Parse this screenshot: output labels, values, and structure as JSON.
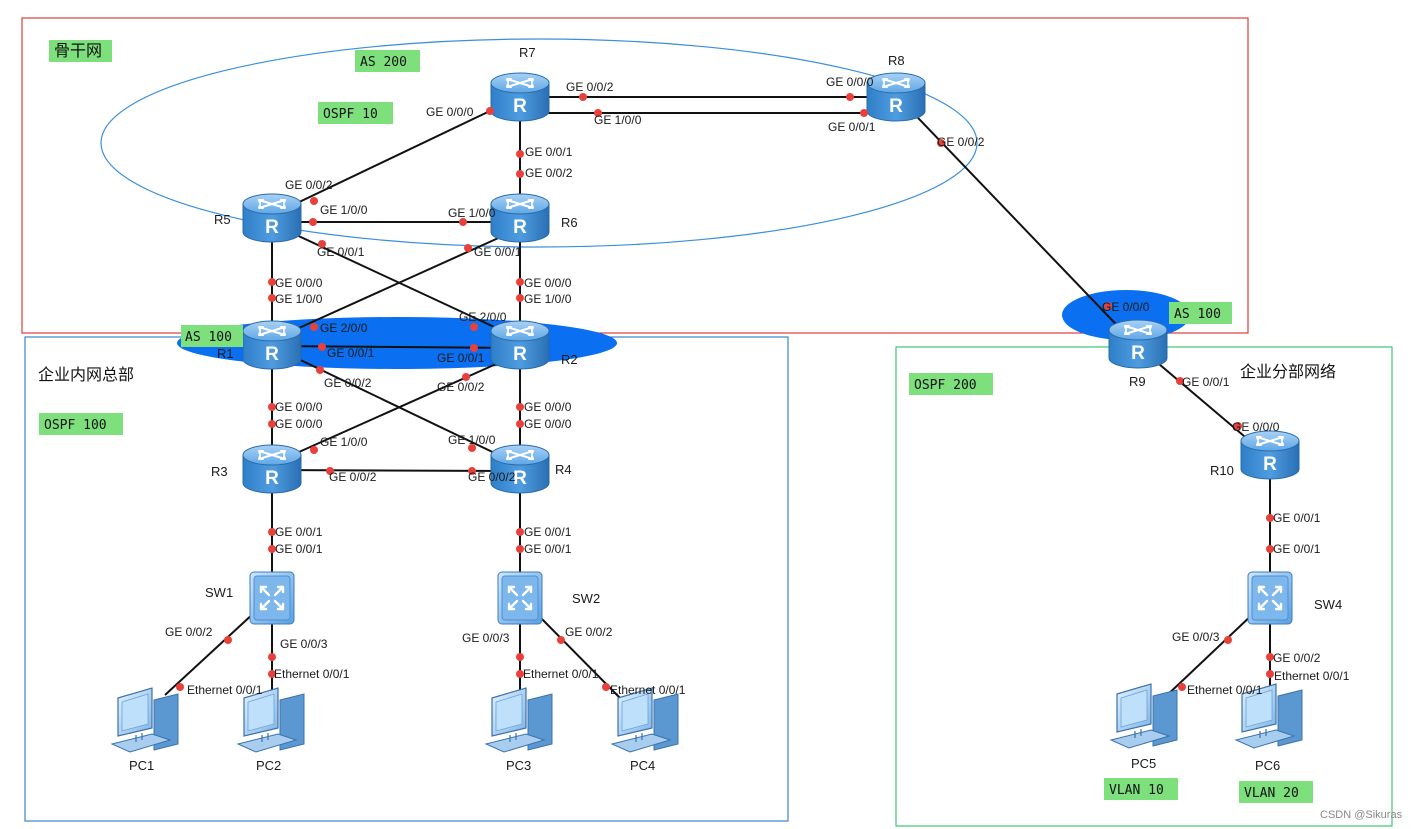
{
  "zones": {
    "backbone": "骨干网",
    "hq": "企业内网总部",
    "branch": "企业分部网络"
  },
  "tags": {
    "as200": "AS 200",
    "ospf10": "OSPF 10",
    "as100_hq": "AS 100",
    "ospf100": "OSPF 100",
    "as100_br": "AS 100",
    "ospf200": "OSPF 200",
    "vlan10": "VLAN 10",
    "vlan20": "VLAN 20"
  },
  "devices": {
    "r1": "R1",
    "r2": "R2",
    "r3": "R3",
    "r4": "R4",
    "r5": "R5",
    "r6": "R6",
    "r7": "R7",
    "r8": "R8",
    "r9": "R9",
    "r10": "R10",
    "sw1": "SW1",
    "sw2": "SW2",
    "sw4": "SW4",
    "pc1": "PC1",
    "pc2": "PC2",
    "pc3": "PC3",
    "pc4": "PC4",
    "pc5": "PC5",
    "pc6": "PC6"
  },
  "ports": {
    "r7_g000": "GE 0/0/0",
    "r7_g002": "GE 0/0/2",
    "r7_g100": "GE 1/0/0",
    "r7_g001": "GE 0/0/1",
    "r8_g000": "GE 0/0/0",
    "r8_g001": "GE 0/0/1",
    "r8_g002": "GE 0/0/2",
    "r6_g002": "GE 0/0/2",
    "r5_g002": "GE 0/0/2",
    "r5_g100": "GE 1/0/0",
    "r6_g100": "GE 1/0/0",
    "r5_g001": "GE 0/0/1",
    "r6_g001": "GE 0/0/1",
    "r5_g000": "GE 0/0/0",
    "r6_g000": "GE 0/0/0",
    "r1_g100": "GE 1/0/0",
    "r2_g100": "GE 1/0/0",
    "r1_g200": "GE 2/0/0",
    "r2_g200": "GE 2/0/0",
    "r1_g001": "GE 0/0/1",
    "r2_g001": "GE 0/0/1",
    "r1_g002": "GE 0/0/2",
    "r2_g002": "GE 0/0/2",
    "r1_g000": "GE 0/0/0",
    "r3_g000": "GE 0/0/0",
    "r2_g000": "GE 0/0/0",
    "r4_g000": "GE 0/0/0",
    "r3_g100": "GE 1/0/0",
    "r4_g100": "GE 1/0/0",
    "r3_g002": "GE 0/0/2",
    "r4_g002": "GE 0/0/2",
    "r3_g001": "GE 0/0/1",
    "sw1_g001": "GE 0/0/1",
    "r4_g001": "GE 0/0/1",
    "sw2_g001": "GE 0/0/1",
    "sw1_g002": "GE 0/0/2",
    "sw1_g003": "GE 0/0/3",
    "pc1_eth": "Ethernet 0/0/1",
    "pc2_eth": "Ethernet 0/0/1",
    "sw2_g003": "GE 0/0/3",
    "sw2_g002": "GE 0/0/2",
    "pc3_eth": "Ethernet 0/0/1",
    "pc4_eth": "Ethernet 0/0/1",
    "r9_g000": "GE 0/0/0",
    "r9_g001": "GE 0/0/1",
    "r10_g000": "GE 0/0/0",
    "r10_g001": "GE 0/0/1",
    "sw4_g001": "GE 0/0/1",
    "sw4_g003": "GE 0/0/3",
    "sw4_g002": "GE 0/0/2",
    "pc5_eth": "Ethernet 0/0/1",
    "pc6_eth": "Ethernet 0/0/1"
  },
  "watermark": "CSDN @Sikuras",
  "colors": {
    "backbone_border": "#e03c3c",
    "hq_border": "#3b82d6",
    "branch_border": "#3ec47a",
    "as200_ellipse": "#3a8fdc",
    "as100_fill": "#0a6ff0",
    "tag_bg": "#7de07d",
    "port_dot": "#e8413c",
    "router_body": "#3d8fd8",
    "link": "#111111"
  }
}
